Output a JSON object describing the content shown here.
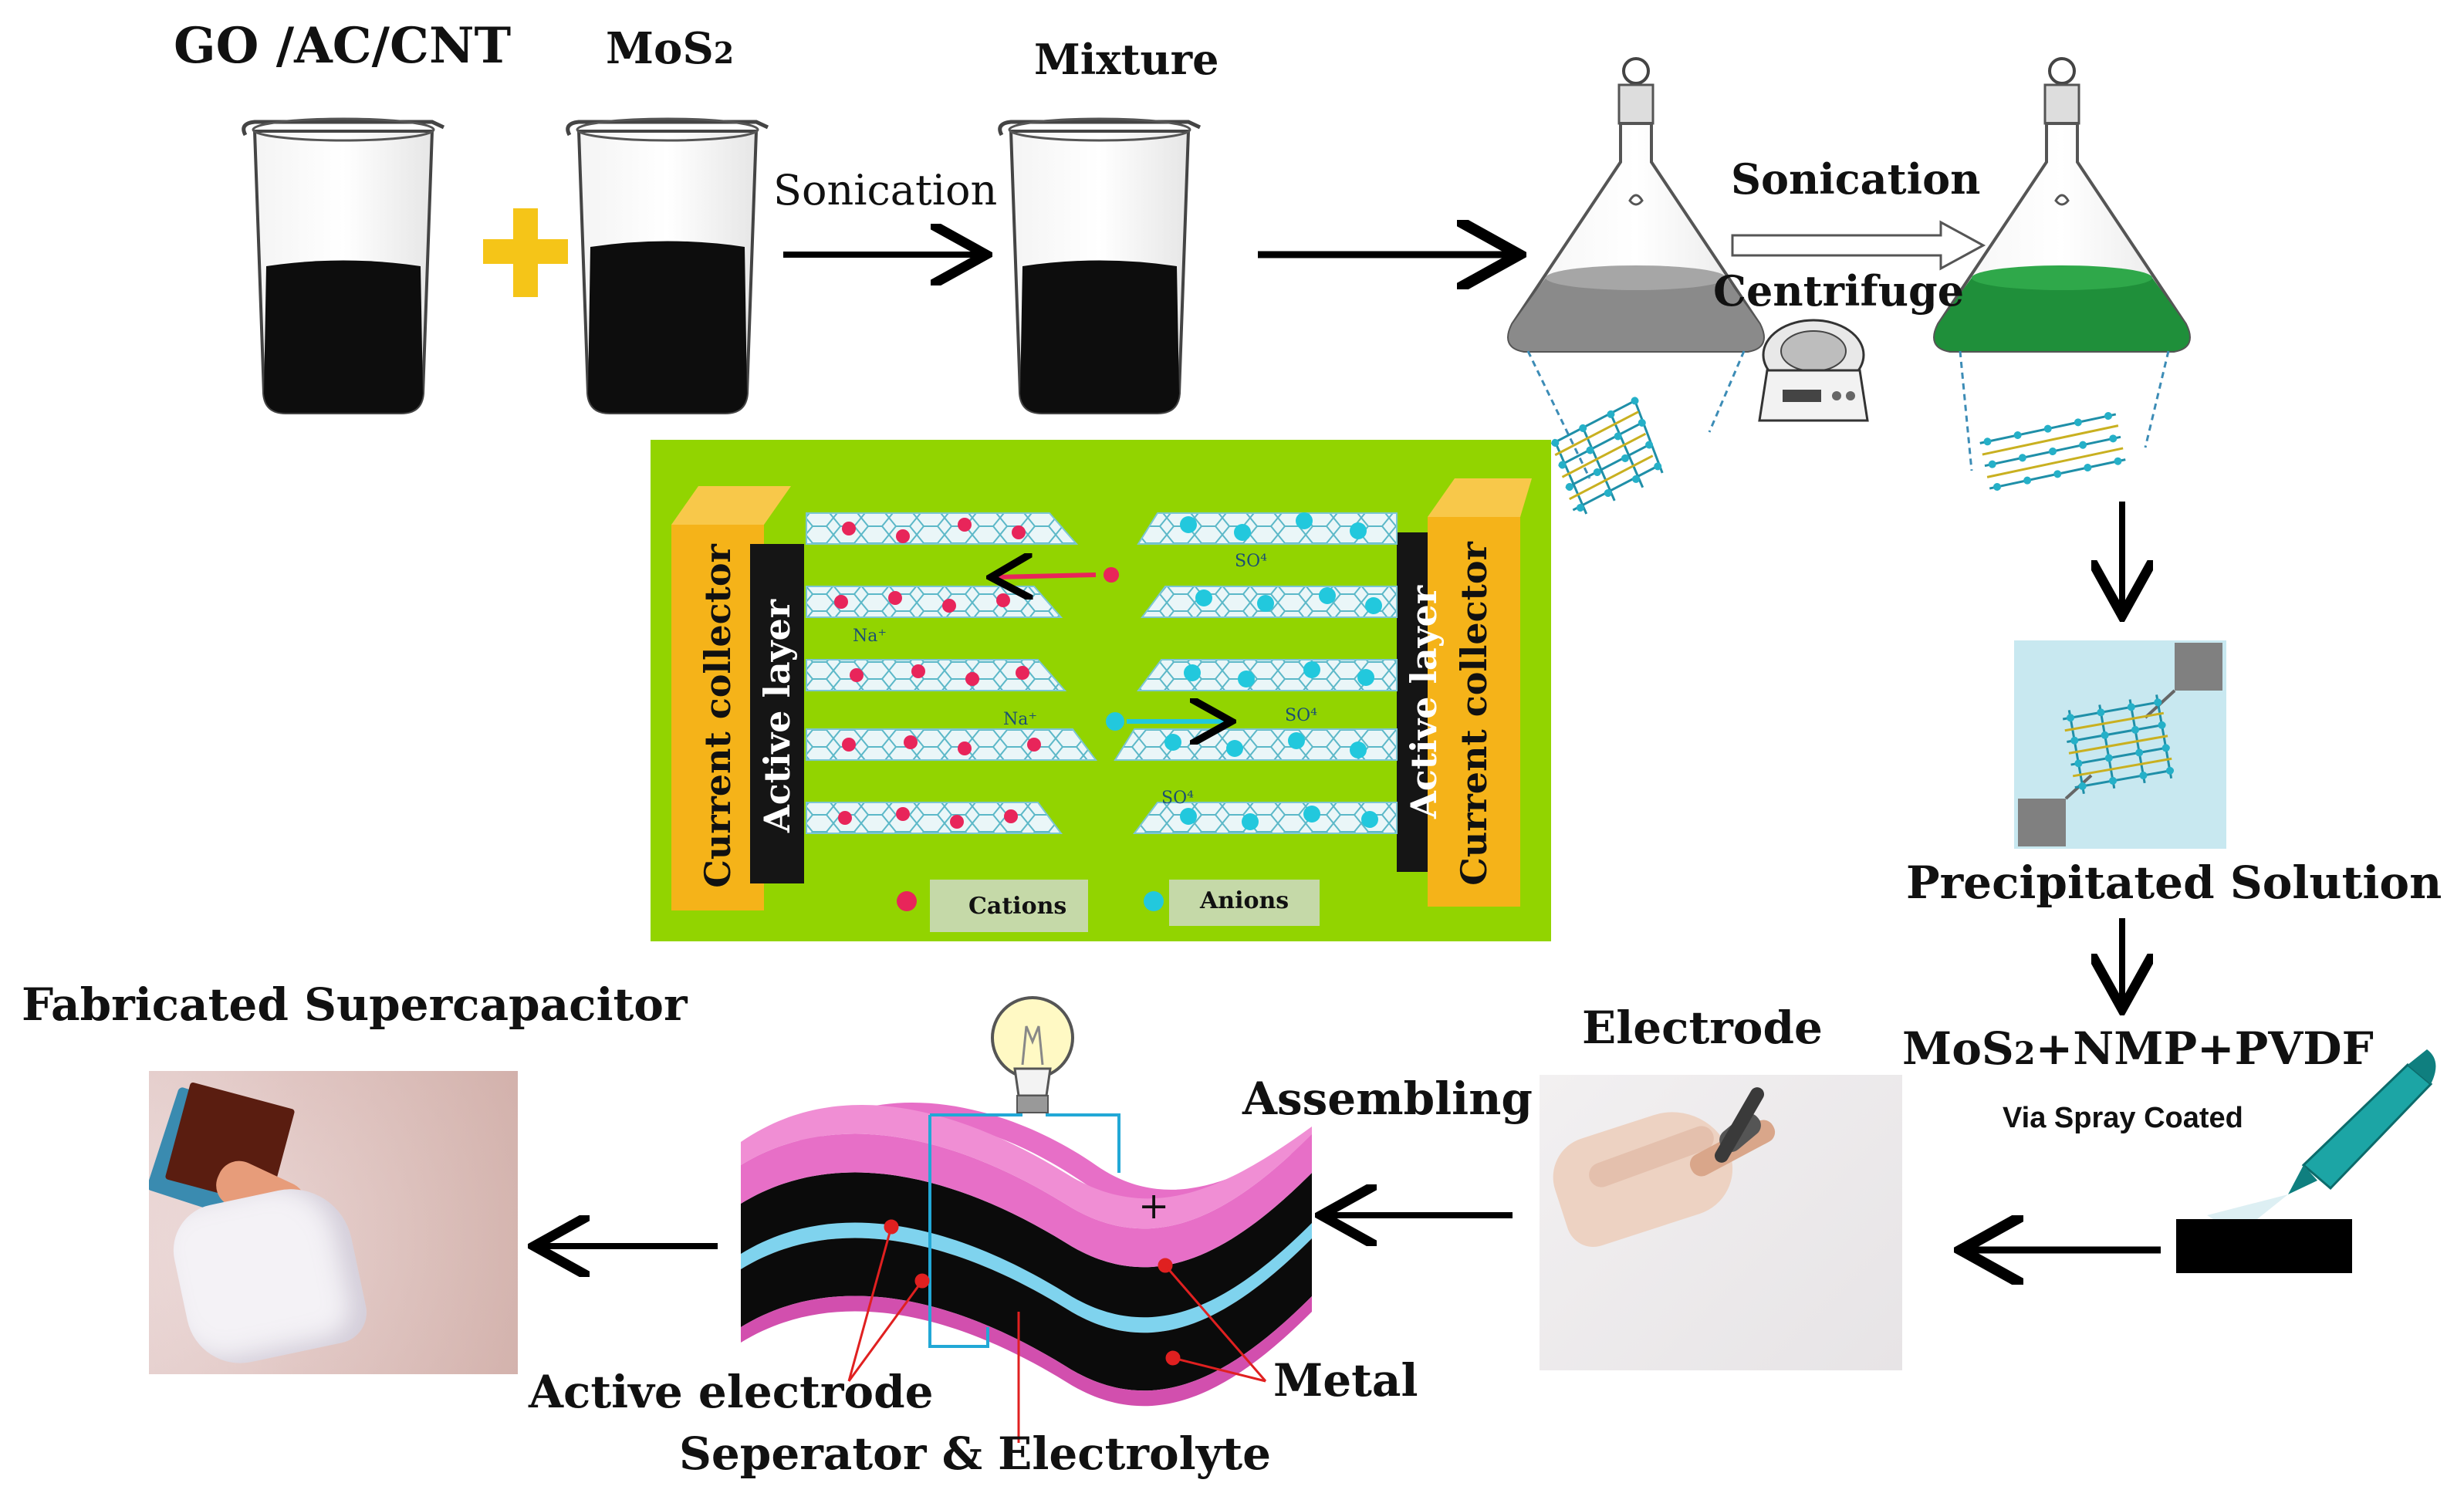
{
  "labels": {
    "go_ac_cnt": "GO /AC/CNT",
    "mos2_main": "MoS",
    "mos2_sub": "2",
    "mixture": "Mixture",
    "sonication_1": "Sonication",
    "sonication_2": "Sonication",
    "centrifuge": "Centrifuge",
    "precipitated_solution": "Precipitated Solution",
    "formula_part1": "MoS",
    "formula_sub": "2",
    "formula_part2": "+NMP+PVDF",
    "via_spray_coated": "Via  Spray Coated",
    "electrode": "Electrode",
    "assembling": "Assembling",
    "fabricated_supercapacitor": "Fabricated Supercapacitor",
    "active_electrode": "Active electrode",
    "separator_electrolyte": "Seperator & Electrolyte",
    "metal": "Metal",
    "plus_sign": "+"
  },
  "inset": {
    "current_collector_left": "Current collector",
    "active_layer_left": "Active layer",
    "active_layer_right": "Active layer",
    "current_collector_right": "Current collector",
    "cations_label": "Cations",
    "anions_label": "Anions",
    "ion_labels": [
      "Na⁺",
      "Na⁺",
      "SO⁴",
      "SO⁴",
      "SO⁴"
    ]
  },
  "colors": {
    "inset_background": "#92d400",
    "current_collector": "#f5b319",
    "active_layer": "#151515",
    "cation": "#e8255a",
    "anion": "#22c8dd",
    "plus_sign": "#f5c518",
    "flask_liquid_1": "#8a8a8a",
    "flask_liquid_2": "#1f8f3a",
    "supercapacitor_top": "#e76fc7",
    "separator": "#7fd3ee"
  }
}
